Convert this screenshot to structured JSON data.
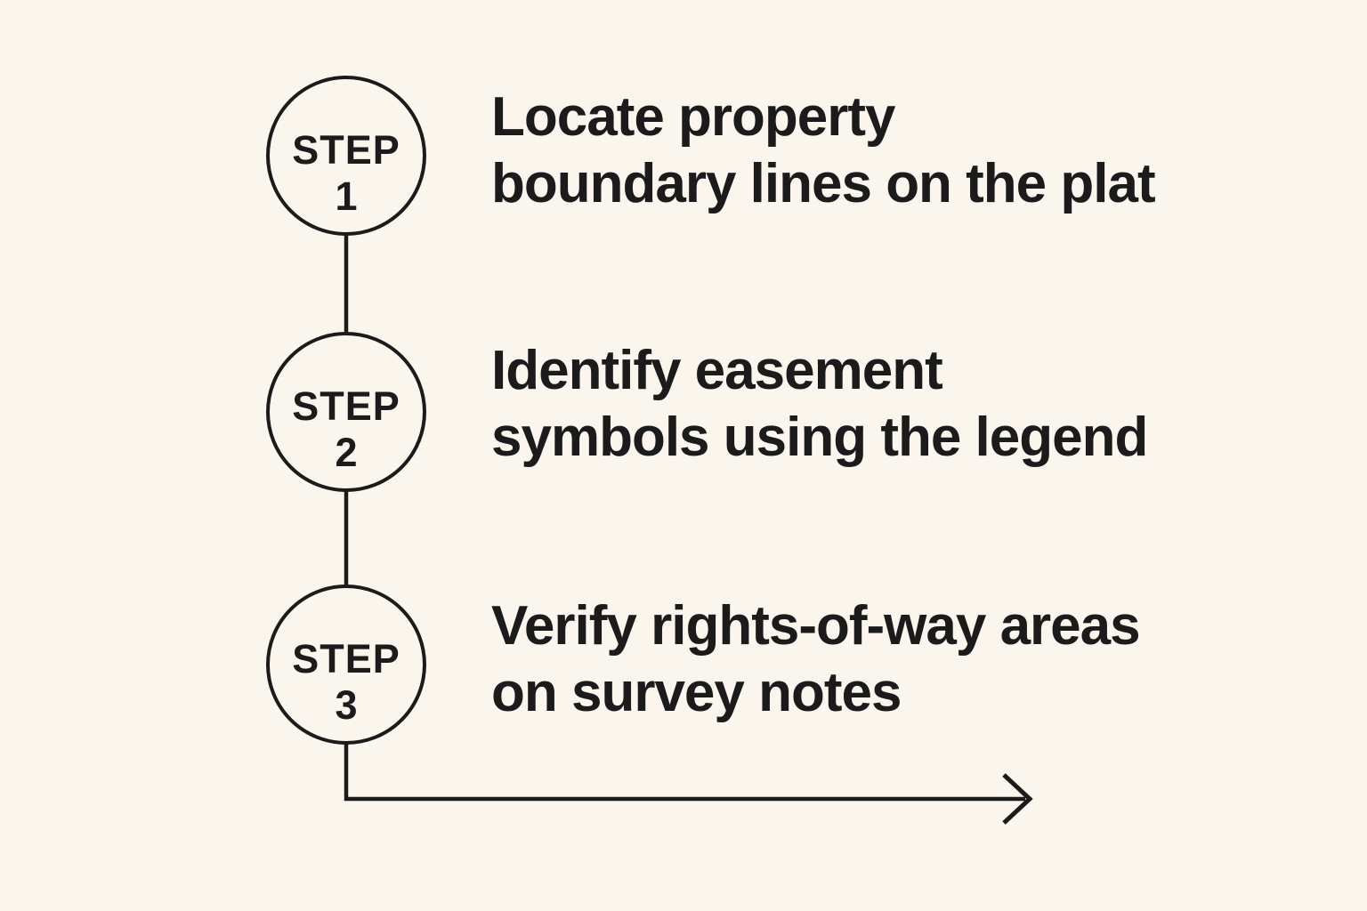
{
  "colors": {
    "background": "#faf6ee",
    "ink": "#1b1b1b"
  },
  "diagram": {
    "title": "",
    "steps": [
      {
        "badge_word": "STEP",
        "badge_number": "1",
        "description": "Locate property\nboundary lines on the plat"
      },
      {
        "badge_word": "STEP",
        "badge_number": "2",
        "description": "Identify easement\nsymbols using the legend"
      },
      {
        "badge_word": "STEP",
        "badge_number": "3",
        "description": "Verify rights-of-way areas\non survey notes"
      }
    ],
    "connector": {
      "icon": "arrow-right-icon",
      "direction": "down-then-right"
    }
  }
}
